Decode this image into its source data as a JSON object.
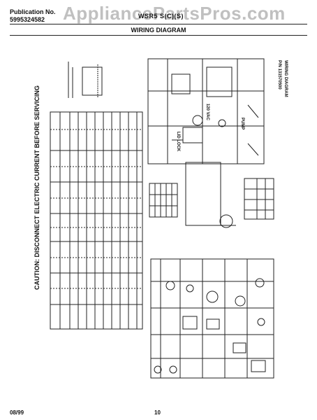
{
  "header": {
    "publication_label": "Publication No.",
    "publication_number": "5995324582",
    "model_fragment": "WSR5 S(C)(S)",
    "title": "WIRING DIAGRAM"
  },
  "watermark": "AppliancePartsPros.com",
  "caution": "CAUTION: DISCONNECT ELECTRIC CURRENT BEFORE SERVICING",
  "diagram_labels": {
    "wiring_diagram": "WIRING DIAGRAM",
    "part_number": "P/N 131570500",
    "voltage": "120 VAC",
    "lid_lock": "LID LOCK",
    "pump": "PUMP"
  },
  "footer": {
    "date": "08/99",
    "page": "10"
  }
}
